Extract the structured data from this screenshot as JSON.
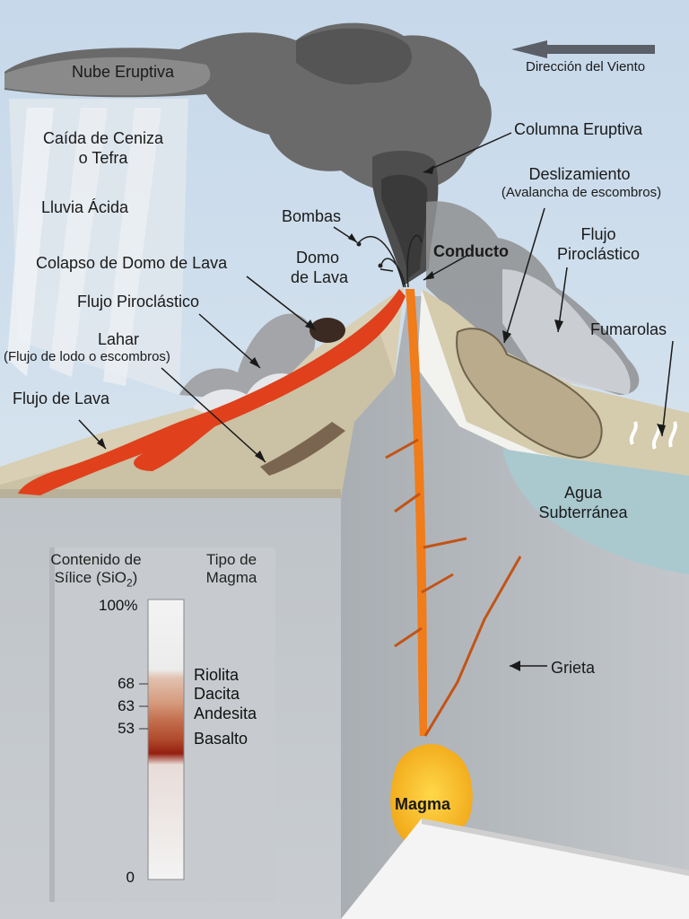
{
  "labels": {
    "nube_eruptiva": "Nube Eruptiva",
    "direccion_viento": "Dirección del Viento",
    "caida_ceniza_1": "Caída de Ceniza",
    "caida_ceniza_2": "o Tefra",
    "lluvia_acida": "Lluvia Ácida",
    "columna_eruptiva": "Columna Eruptiva",
    "deslizamiento": "Deslizamiento",
    "avalancha": "(Avalancha de escombros)",
    "bombas": "Bombas",
    "domo_1": "Domo",
    "domo_2": "de Lava",
    "conducto": "Conducto",
    "flujo_piro_right_1": "Flujo",
    "flujo_piro_right_2": "Piroclástico",
    "colapso_domo": "Colapso de Domo de Lava",
    "flujo_piro_left": "Flujo Piroclástico",
    "fumarolas": "Fumarolas",
    "lahar": "Lahar",
    "lahar_sub": "(Flujo de lodo o escombros)",
    "flujo_lava": "Flujo de Lava",
    "agua_1": "Agua",
    "agua_2": "Subterránea",
    "grieta": "Grieta",
    "magma": "Magma"
  },
  "scale": {
    "title_left_1": "Contenido de",
    "title_left_2": "Sílice (SiO2)",
    "title_right_1": "Tipo de",
    "title_right_2": "Magma",
    "ticks": [
      "100%",
      "68",
      "63",
      "53",
      "0"
    ],
    "magma_types": [
      "Riolita",
      "Dacita",
      "Andesita",
      "Basalto"
    ],
    "band_colors": [
      "#d9a58c",
      "#c47a5a",
      "#b5563a",
      "#9a2a16"
    ]
  },
  "colors": {
    "sky": "#c9d9e8",
    "lava": "#e0401c",
    "magma": "#f2b21a",
    "ground": "#cdc4a8",
    "cross_section": "#c8ccd0",
    "groundwater": "#a9c9cf",
    "ash": "#5f5f5f"
  }
}
